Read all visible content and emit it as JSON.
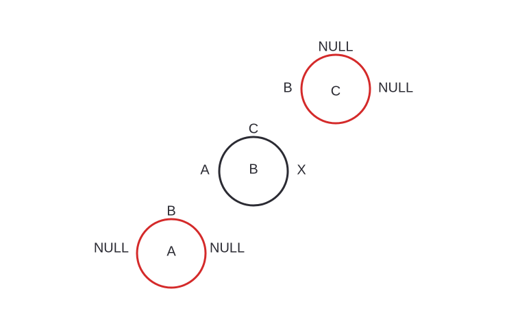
{
  "colors": {
    "highlight_ring": "#d42a2a",
    "normal_ring": "#2b2b33",
    "text": "#2b2b33",
    "background": "#ffffff"
  },
  "nodes": [
    {
      "id": "c",
      "label": "C",
      "ring": "highlight",
      "top_label": "NULL",
      "left_label": "B",
      "right_label": "NULL"
    },
    {
      "id": "b",
      "label": "B",
      "ring": "normal",
      "top_label": "C",
      "left_label": "A",
      "right_label": "X"
    },
    {
      "id": "a",
      "label": "A",
      "ring": "highlight",
      "top_label": "B",
      "left_label": "NULL",
      "right_label": "NULL"
    }
  ]
}
